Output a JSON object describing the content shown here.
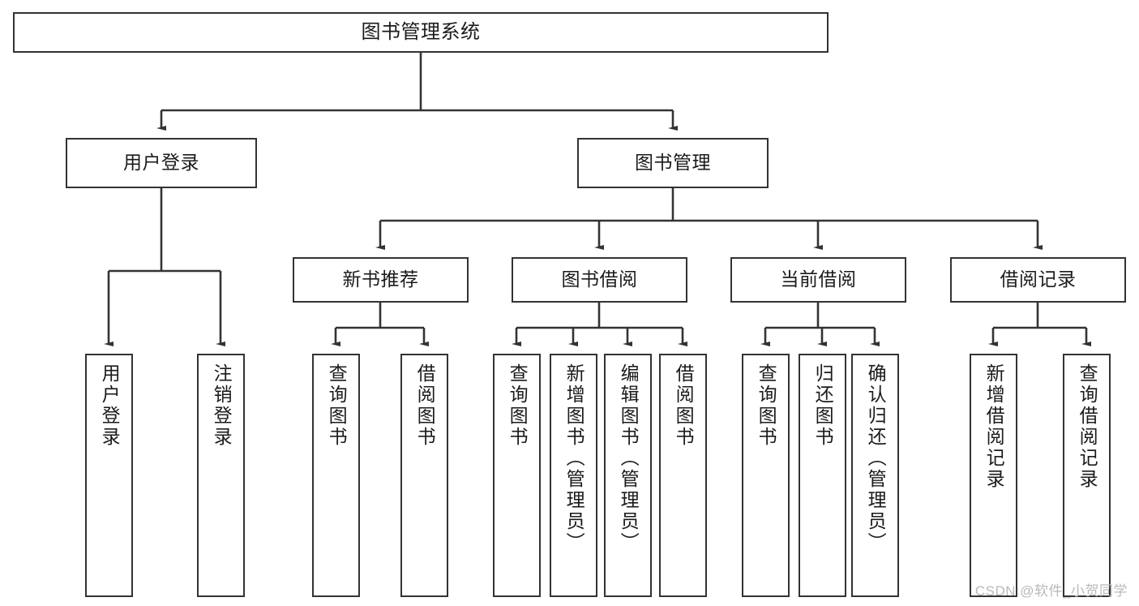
{
  "diagram": {
    "type": "tree-hierarchy-chart",
    "title_node": {
      "id": "root",
      "label": "图书管理系统"
    },
    "level2": [
      {
        "id": "user-login",
        "label": "用户登录"
      },
      {
        "id": "book-management",
        "label": "图书管理"
      }
    ],
    "level3": [
      {
        "id": "new-book-recommend",
        "label": "新书推荐",
        "parent": "book-management"
      },
      {
        "id": "book-borrow",
        "label": "图书借阅",
        "parent": "book-management"
      },
      {
        "id": "current-borrow",
        "label": "当前借阅",
        "parent": "book-management"
      },
      {
        "id": "borrow-record",
        "label": "借阅记录",
        "parent": "book-management"
      }
    ],
    "leaves": [
      {
        "id": "leaf-user-login",
        "label": "用户登录",
        "parent": "user-login"
      },
      {
        "id": "leaf-logout-login",
        "label": "注销登录",
        "parent": "user-login"
      },
      {
        "id": "leaf-query-book-1",
        "label": "查询图书",
        "parent": "new-book-recommend"
      },
      {
        "id": "leaf-borrow-book-1",
        "label": "借阅图书",
        "parent": "new-book-recommend"
      },
      {
        "id": "leaf-query-book-2",
        "label": "查询图书",
        "parent": "book-borrow"
      },
      {
        "id": "leaf-add-book",
        "label": "新增图书（管理员）",
        "parent": "book-borrow"
      },
      {
        "id": "leaf-edit-book",
        "label": "编辑图书（管理员）",
        "parent": "book-borrow"
      },
      {
        "id": "leaf-borrow-book-2",
        "label": "借阅图书",
        "parent": "book-borrow"
      },
      {
        "id": "leaf-query-book-3",
        "label": "查询图书",
        "parent": "current-borrow"
      },
      {
        "id": "leaf-return-book",
        "label": "归还图书",
        "parent": "current-borrow"
      },
      {
        "id": "leaf-confirm-return",
        "label": "确认归还（管理员）",
        "parent": "current-borrow"
      },
      {
        "id": "leaf-add-record",
        "label": "新增借阅记录",
        "parent": "borrow-record"
      },
      {
        "id": "leaf-query-record",
        "label": "查询借阅记录",
        "parent": "borrow-record"
      }
    ],
    "watermark": "CSDN @软件_小贺同学",
    "colors": {
      "background": "#ffffff",
      "box_border": "#333333",
      "box_fill": "#ffffff",
      "connector": "#333333",
      "text": "#1b1b1b",
      "watermark": "#b9b9b9"
    }
  }
}
